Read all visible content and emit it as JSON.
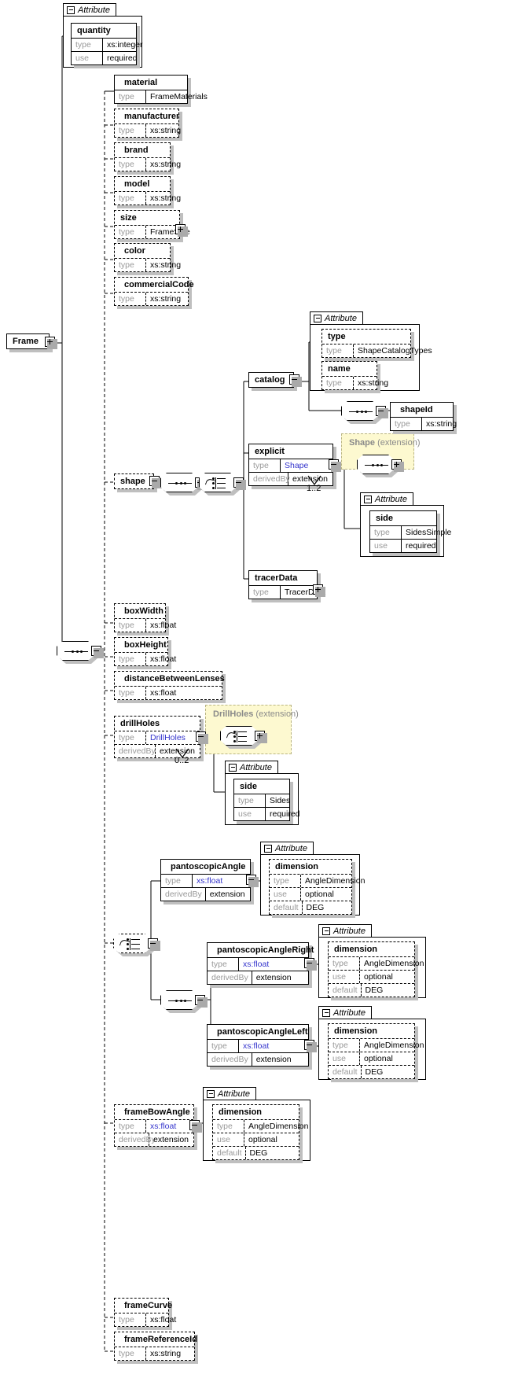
{
  "diagram": {
    "title": "Frame",
    "kind": "xml-schema-element-diagram",
    "colors": {
      "extension_fill": "#fdf9d0",
      "extension_border": "#b9b483",
      "link_text": "#3333cc",
      "label_muted": "#999999",
      "shadow": "#bfbfbf"
    }
  },
  "root": {
    "name": "Frame"
  },
  "labels": {
    "attribute_tab": "Attribute",
    "type_key": "type",
    "use_key": "use",
    "default_key": "default",
    "derivedby_key": "derivedBy"
  },
  "attributes": {
    "quantity": {
      "name": "quantity",
      "type": "xs:integer",
      "use": "required",
      "optional": false
    },
    "shape_catalog_type": {
      "name": "type",
      "type": "ShapeCatalogTypes",
      "optional": true
    },
    "shape_catalog_name": {
      "name": "name",
      "type": "xs:string",
      "optional": true
    },
    "shape_side": {
      "name": "side",
      "type": "SidesSimple",
      "use": "required",
      "optional": false
    },
    "drillholes_side": {
      "name": "side",
      "type": "Sides",
      "use": "required",
      "optional": false
    },
    "panto_dimension": {
      "name": "dimension",
      "type": "AngleDimension",
      "use": "optional",
      "default": "DEG",
      "optional": true
    },
    "panto_right_dimension": {
      "name": "dimension",
      "type": "AngleDimension",
      "use": "optional",
      "default": "DEG",
      "optional": true
    },
    "panto_left_dimension": {
      "name": "dimension",
      "type": "AngleDimension",
      "use": "optional",
      "default": "DEG",
      "optional": true
    },
    "framebow_dimension": {
      "name": "dimension",
      "type": "AngleDimension",
      "use": "optional",
      "default": "DEG",
      "optional": true
    }
  },
  "elements": {
    "material": {
      "name": "material",
      "type": "FrameMaterials",
      "optional": false
    },
    "manufacturer": {
      "name": "manufacturer",
      "type": "xs:string",
      "optional": true
    },
    "brand": {
      "name": "brand",
      "type": "xs:string",
      "optional": true
    },
    "model": {
      "name": "model",
      "type": "xs:string",
      "optional": true
    },
    "size": {
      "name": "size",
      "type": "FrameSize",
      "optional": true
    },
    "color": {
      "name": "color",
      "type": "xs:string",
      "optional": true
    },
    "commercialCode": {
      "name": "commercialCode",
      "type": "xs:string",
      "optional": true
    },
    "shape": {
      "name": "shape",
      "optional": true
    },
    "catalog": {
      "name": "catalog",
      "optional": false
    },
    "shapeId": {
      "name": "shapeId",
      "type": "xs:string",
      "optional": false
    },
    "explicit": {
      "name": "explicit",
      "type": "Shape",
      "derivedBy": "extension",
      "occurs": "1..2",
      "optional": false
    },
    "tracerData": {
      "name": "tracerData",
      "type": "TracerData",
      "optional": false
    },
    "boxWidth": {
      "name": "boxWidth",
      "type": "xs:float",
      "optional": true
    },
    "boxHeight": {
      "name": "boxHeight",
      "type": "xs:float",
      "optional": true
    },
    "distanceBetweenLenses": {
      "name": "distanceBetweenLenses",
      "type": "xs:float",
      "optional": true
    },
    "drillHoles": {
      "name": "drillHoles",
      "type": "DrillHoles",
      "derivedBy": "extension",
      "occurs": "0..2",
      "optional": true
    },
    "pantoscopicAngle": {
      "name": "pantoscopicAngle",
      "type": "xs:float",
      "derivedBy": "extension",
      "optional": false
    },
    "pantoscopicAngleRight": {
      "name": "pantoscopicAngleRight",
      "type": "xs:float",
      "derivedBy": "extension",
      "optional": false
    },
    "pantoscopicAngleLeft": {
      "name": "pantoscopicAngleLeft",
      "type": "xs:float",
      "derivedBy": "extension",
      "optional": false
    },
    "frameBowAngle": {
      "name": "frameBowAngle",
      "type": "xs:float",
      "derivedBy": "extension",
      "optional": true
    },
    "frameCurve": {
      "name": "frameCurve",
      "type": "xs:float",
      "optional": true
    },
    "frameReferenceId": {
      "name": "frameReferenceId",
      "type": "xs:string",
      "optional": true
    }
  },
  "groups": {
    "shape_extension": {
      "label": "Shape",
      "suffix": "(extension)"
    },
    "drillholes_extension": {
      "label": "DrillHoles",
      "suffix": "(extension)"
    }
  },
  "compositors": [
    {
      "id": "frame-seq",
      "kind": "sequence"
    },
    {
      "id": "shape-seq",
      "kind": "sequence"
    },
    {
      "id": "shape-choice",
      "kind": "choice"
    },
    {
      "id": "catalog-seq",
      "kind": "sequence"
    },
    {
      "id": "shape-ext-seq",
      "kind": "sequence"
    },
    {
      "id": "drillholes-ext-choice",
      "kind": "choice"
    },
    {
      "id": "panto-choice",
      "kind": "choice"
    },
    {
      "id": "panto-seq",
      "kind": "sequence"
    }
  ]
}
